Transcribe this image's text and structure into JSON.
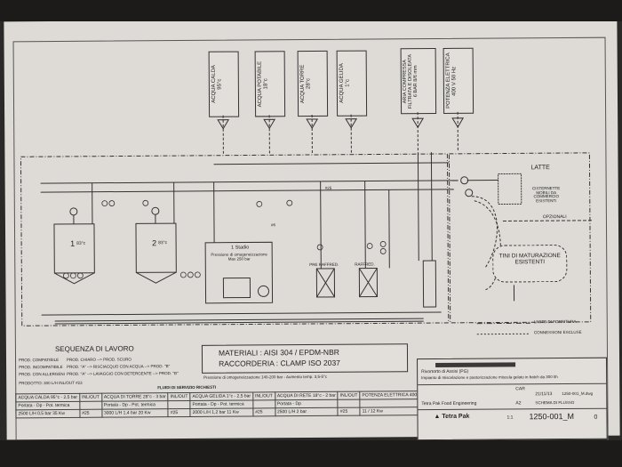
{
  "utilities": [
    {
      "name": "ACQUA CALDA",
      "value": "95°c"
    },
    {
      "name": "ACQUA POTABILE",
      "value": "18°c"
    },
    {
      "name": "ACQUA TORRE",
      "value": "28°c"
    },
    {
      "name": "ACQUA GELIDA",
      "value": "1°c"
    },
    {
      "name": "ARIA COMPRESSA FILTRATA E DISOLEATA",
      "value": "6 BAR 8/6 mm"
    },
    {
      "name": "POTENZA ELETTRICA",
      "value": "400 V 50 Hz"
    }
  ],
  "labels": {
    "latte": "LATTE",
    "cisternette": "CISTERNETTE MOBILI DA COMMERCIO ESISTENTI",
    "opzionali": "OPZIONALI",
    "tini": "TINI DI MATURAZIONE ESISTENTI",
    "stadio": "1 Stadio",
    "pressione": "Pressione di omogeneizzazione Max 250 bar",
    "pre_raffred": "PRE RAFFRED.",
    "raffred": "RAFFRED.",
    "limite": "LIMITE DI FORNITURA",
    "connessioni": "CONNESSIONI ESCLUSE",
    "tank1": "1",
    "tank2": "2",
    "temp1": "83°c",
    "temp2": "83°c",
    "r25": "#25",
    "r6": "#6"
  },
  "sequenza": {
    "title": "SEQUENZA DI LAVORO",
    "rows": [
      {
        "left": "PROD. COMPATIBILE",
        "right": "PROD. CHIARO --> PROD. SCURO"
      },
      {
        "left": "PROD. INCOMPATIBILE",
        "right": "PROD. \"A\" --> RISCIACQUO CON ACQUA --> PROD. \"B\""
      },
      {
        "left": "PROD. CON ALLERGENI",
        "right": "PROD. \"A\" --> LAVAGGIO CON DETERGENTE --> PROD. \"B\""
      }
    ],
    "prodotto": "PRODOTTO:    300 L/H    INL/OUT #23"
  },
  "materiali": {
    "line1": "MATERIALI : AISI 304 / EPDM-NBR",
    "line2": "RACCORDERIA : CLAMP ISO 2037",
    "note": "Pressione di omogeneizzazione 140-200 bar  -  Aumento temp. 3,5-5°c"
  },
  "fluidi": {
    "title": "FLUIDI DI SERVIZIO RICHIESTI",
    "headers": [
      "ACQUA CALDA 95°c - 2,5 bar",
      "INL/OUT",
      "ACQUA DI TORRE 28°c - 3 bar",
      "INL/OUT",
      "ACQUA GELIDA 1°c - 2,5 bar",
      "INL/OUT",
      "ACQUA DI RETE 18°c - 2 bar",
      "INL/OUT",
      "POTENZA ELETTRICA 400 V - 50 Hz 3 FASI + NEUTRO"
    ],
    "subheaders": [
      "Portata - Dp - Pot. termica",
      "",
      "Portata - Dp - Pot. termica",
      "",
      "Portata - Dp - Pot. termica",
      "",
      "Portata - Dp",
      "",
      ""
    ],
    "values": [
      "2500 L/H  0,5 bar  35 Kw",
      "#25",
      "3000 L/H  1,4 bar  20 Kw",
      "#25",
      "2000 L/H  1,2 bar  11 Kw",
      "#25",
      "2500 L/H  2 bar",
      "#25",
      "11 / 12 Kw"
    ]
  },
  "titleblock": {
    "client": "Rivortorto di Assisi (PG)",
    "description": "Impianto di miscelazione e pastorizzazione miscela gelato in batch da 300 l/h",
    "author": "CAR",
    "date": "21/11/13",
    "file": "1250-001_M.dwg",
    "format": "A2",
    "sheet_title": "SCHEMA DI FLUSSO",
    "company": "Tetra Pak Food Engineering",
    "logo": "Tetra Pak",
    "scale": "1:1",
    "drawing_no": "1250-001_M",
    "revision": "0"
  }
}
